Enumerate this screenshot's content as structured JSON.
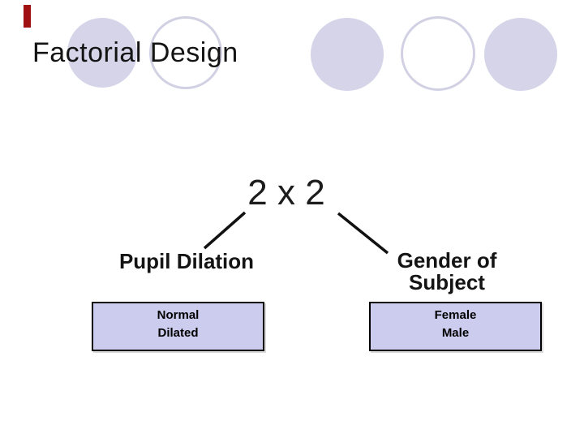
{
  "title": "Factorial Design",
  "diagram": {
    "center_label": "2 x 2",
    "left_factor": {
      "name_lines": [
        "Pupil Dilation"
      ],
      "levels": [
        "Normal",
        "Dilated"
      ]
    },
    "right_factor": {
      "name_lines": [
        "Gender of",
        "Subject"
      ],
      "levels": [
        "Female",
        "Male"
      ]
    }
  },
  "decorations": {
    "circle_styles": [
      "filled",
      "outlined",
      "filled",
      "outlined",
      "filled"
    ],
    "red_accent_bar": true
  },
  "colors": {
    "background": "#ffffff",
    "accent_lavender": "#d5d4e8",
    "circle_outline": "#d2d1e4",
    "box_fill": "#ccccef",
    "box_border": "#000000",
    "red_accent": "#a01010",
    "text": "#141414"
  }
}
